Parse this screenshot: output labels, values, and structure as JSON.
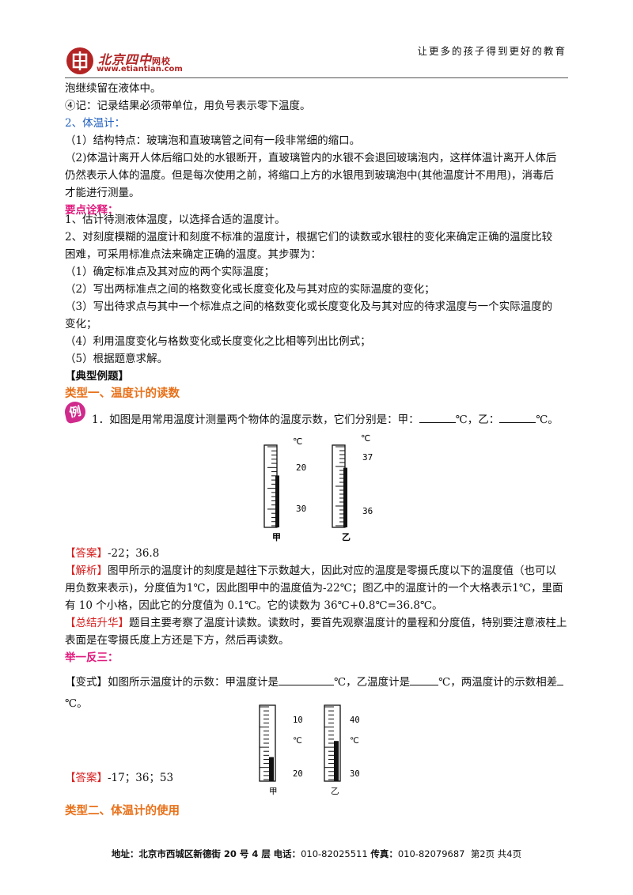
{
  "header": {
    "logo_main": "北京四中",
    "logo_sub": "网校",
    "logo_url": "www.etiantian.com",
    "slogan": "让更多的孩子得到更好的教育"
  },
  "body": {
    "l1": "泡继续留在液体中。",
    "l2": "④记：记录结果必须带单位，用负号表示零下温度。",
    "s2_title": "2、体温计：",
    "l3": "（1）结构特点：玻璃泡和直玻璃管之间有一段非常细的缩口。",
    "l4": "（2)体温计离开人体后缩口处的水银断开，直玻璃管内的水银不会退回玻璃泡内，这样体温计离开人体后",
    "l5": "仍然表示人体的温度。但是每次使用之前，将缩口上方的水银甩到玻璃泡中(其他温度计不用甩)，消毒后",
    "l6": "才能进行测量。",
    "key_title": "要点诠释：",
    "k1": "1、估计待测液体温度，以选择合适的温度计。",
    "k2": "2、对刻度模糊的温度计和刻度不标准的温度计，根据它们的读数或水银柱的变化来确定正确的温度比较",
    "k3": "困难，可采用标准点法来确定正确的温度。其步骤为：",
    "k4": "（1）确定标准点及其对应的两个实际温度；",
    "k5": "（2）写出两标准点之间的格数变化或长度变化及与其对应的实际温度的变化；",
    "k6": "（3）写出待求点与其中一个标准点之间的格数变化或长度变化及与其对应的待求温度与一个实际温度的",
    "k7": "变化；",
    "k8": "（4）利用温度变化与格数变化或长度变化之比相等列出比例式；",
    "k9": "（5）根据题意求解。",
    "typical": "【典型例题】",
    "type1": "类型一、温度计的读数",
    "badge": "例",
    "q1_pre": "1．如图是用常用温度计测量两个物体的温度示数，它们分别是：甲：",
    "q1_mid": "℃，乙：",
    "q1_end": "℃。",
    "ans_tag": "【答案】",
    "ans1": "-22；36.8",
    "exp_tag": "【解析】",
    "exp1": "图甲所示的温度计的刻度是越往下示数越大，因此对应的温度是零摄氏度以下的温度值（也可以",
    "exp2": "用负数来表示)，分度值为1℃，因此图甲中的温度值为-22℃；图乙中的温度计的一个大格表示1℃，里面",
    "exp3": "有 10 个小格，因此它的分度值为 0.1℃。它的读数为 36℃+0.8℃=36.8℃。",
    "sum_tag": "【总结升华】",
    "sum1": "题目主要考察了温度计读数。读数时，要首先观察温度计的量程和分度值，特别要注意液柱上",
    "sum2": "表面是在零摄氏度上方还是下方，然后再读数。",
    "jyfs": "举一反三：",
    "var_tag": "【变式】",
    "var_a": "如图所示温度计的示数：甲温度计是",
    "var_b": "℃，乙温度计是",
    "var_c": "℃，两温度计的示数相差",
    "var_d": "℃。",
    "ans2": "-17；36；53",
    "type2": "类型二、体温计的使用"
  },
  "fig1": {
    "jia_unit": "℃",
    "jia_t1": "20",
    "jia_t2": "30",
    "jia_label": "甲",
    "yi_unit": "℃",
    "yi_t1": "37",
    "yi_t2": "36",
    "yi_label": "乙",
    "jia_reading": -22,
    "yi_reading": 36.8
  },
  "fig2": {
    "jia_t1": "10",
    "jia_unit": "℃",
    "jia_t2": "20",
    "jia_label": "甲",
    "yi_t1": "40",
    "yi_unit": "℃",
    "yi_t2": "30",
    "yi_label": "乙",
    "jia_reading": -17,
    "yi_reading": 36
  },
  "footer": {
    "addr_label": "地址：",
    "addr": "北京市西城区新德街 20 号 4 层",
    "tel_label": "电话：",
    "tel": "010-82025511",
    "fax_label": "传真：",
    "fax": "010-82079687",
    "page": "第2页 共4页"
  }
}
